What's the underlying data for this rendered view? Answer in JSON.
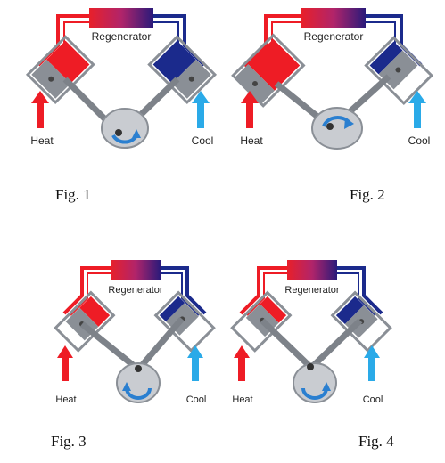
{
  "colors": {
    "hot": "#ee1c25",
    "hot_dark": "#c1121a",
    "cold": "#1b2a8c",
    "cold_light": "#2a9fd8",
    "gray": "#8a8f96",
    "gray_light": "#c9ccd1",
    "regen_start": "#e8202a",
    "regen_end": "#2a1a7a"
  },
  "figures": [
    {
      "regenerator_label": "Regenerator",
      "heat_label": "Heat",
      "cool_label": "Cool",
      "caption": "Fig. 1",
      "hot_fill": 0.7,
      "cold_fill": 0.7,
      "crank_angle": 90
    },
    {
      "regenerator_label": "Regenerator",
      "heat_label": "Heat",
      "cool_label": "Cool",
      "caption": "Fig. 2",
      "hot_fill": 0.85,
      "cold_fill": 0.35,
      "crank_angle": 160
    },
    {
      "regenerator_label": "Regenerator",
      "heat_label": "Heat",
      "cool_label": "Cool",
      "caption": "Fig. 3",
      "hot_fill": 0.4,
      "cold_fill": 0.2,
      "crank_angle": 270
    },
    {
      "regenerator_label": "Regenerator",
      "heat_label": "Heat",
      "cool_label": "Cool",
      "caption": "Fig. 4",
      "hot_fill": 0.25,
      "cold_fill": 0.3,
      "crank_angle": 330
    }
  ]
}
